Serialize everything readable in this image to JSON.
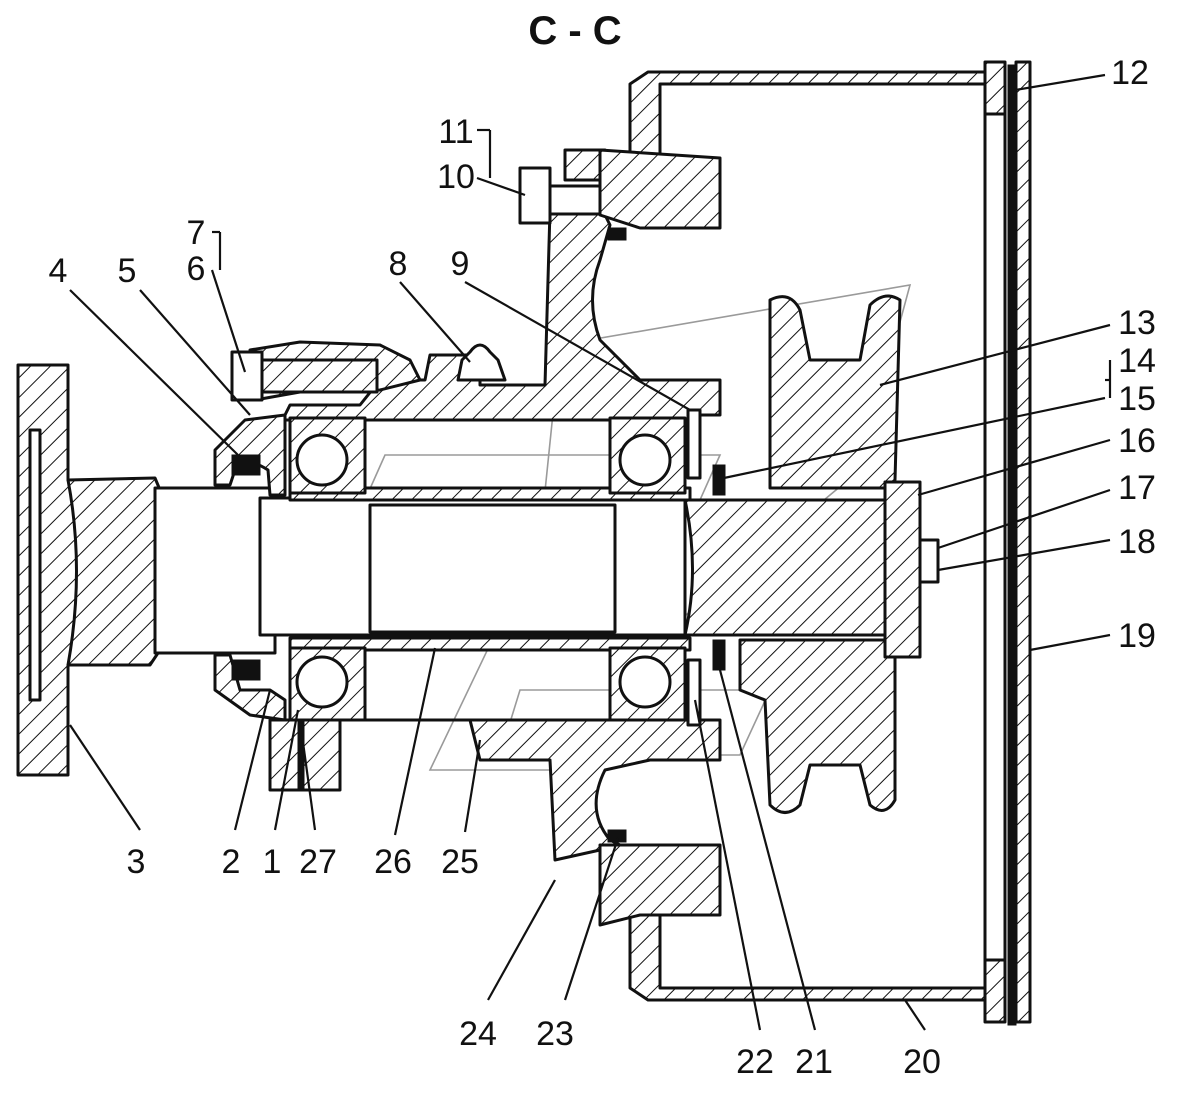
{
  "title": "C - C",
  "part_labels": [
    "1",
    "2",
    "3",
    "4",
    "5",
    "6",
    "7",
    "8",
    "9",
    "10",
    "11",
    "12",
    "13",
    "14",
    "15",
    "16",
    "17",
    "18",
    "19",
    "20",
    "21",
    "22",
    "23",
    "24",
    "25",
    "26",
    "27"
  ],
  "colors": {
    "ink": "#111111",
    "background": "#ffffff",
    "watermark": "#9a9a9a"
  }
}
